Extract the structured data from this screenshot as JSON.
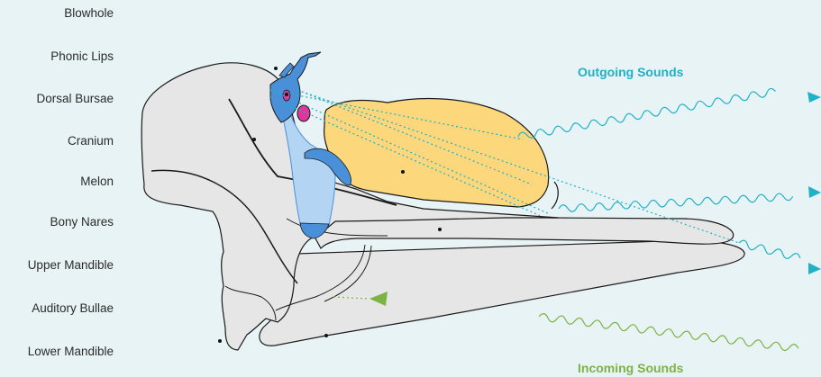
{
  "labels": [
    {
      "key": "blowhole",
      "text": "Blowhole"
    },
    {
      "key": "phonic-lips",
      "text": "Phonic Lips"
    },
    {
      "key": "dorsal-bursae",
      "text": "Dorsal Bursae"
    },
    {
      "key": "cranium",
      "text": "Cranium"
    },
    {
      "key": "melon",
      "text": "Melon"
    },
    {
      "key": "bony-nares",
      "text": "Bony Nares"
    },
    {
      "key": "upper-mandible",
      "text": "Upper Mandible"
    },
    {
      "key": "auditory-bullae",
      "text": "Auditory Bullae"
    },
    {
      "key": "lower-mandible",
      "text": "Lower Mandible"
    }
  ],
  "captions": {
    "outgoing": "Outgoing Sounds",
    "incoming": "Incoming Sounds"
  },
  "colors": {
    "background": "#e8f3f6",
    "bone": "#e6e6e6",
    "outline": "#1a1a1a",
    "melon": "#fdd77c",
    "nasal": "#4a90d9",
    "nasal_light": "#b3d4f2",
    "bursae": "#e0369b",
    "outgoing": "#1fb1c6",
    "incoming": "#7cb342"
  }
}
